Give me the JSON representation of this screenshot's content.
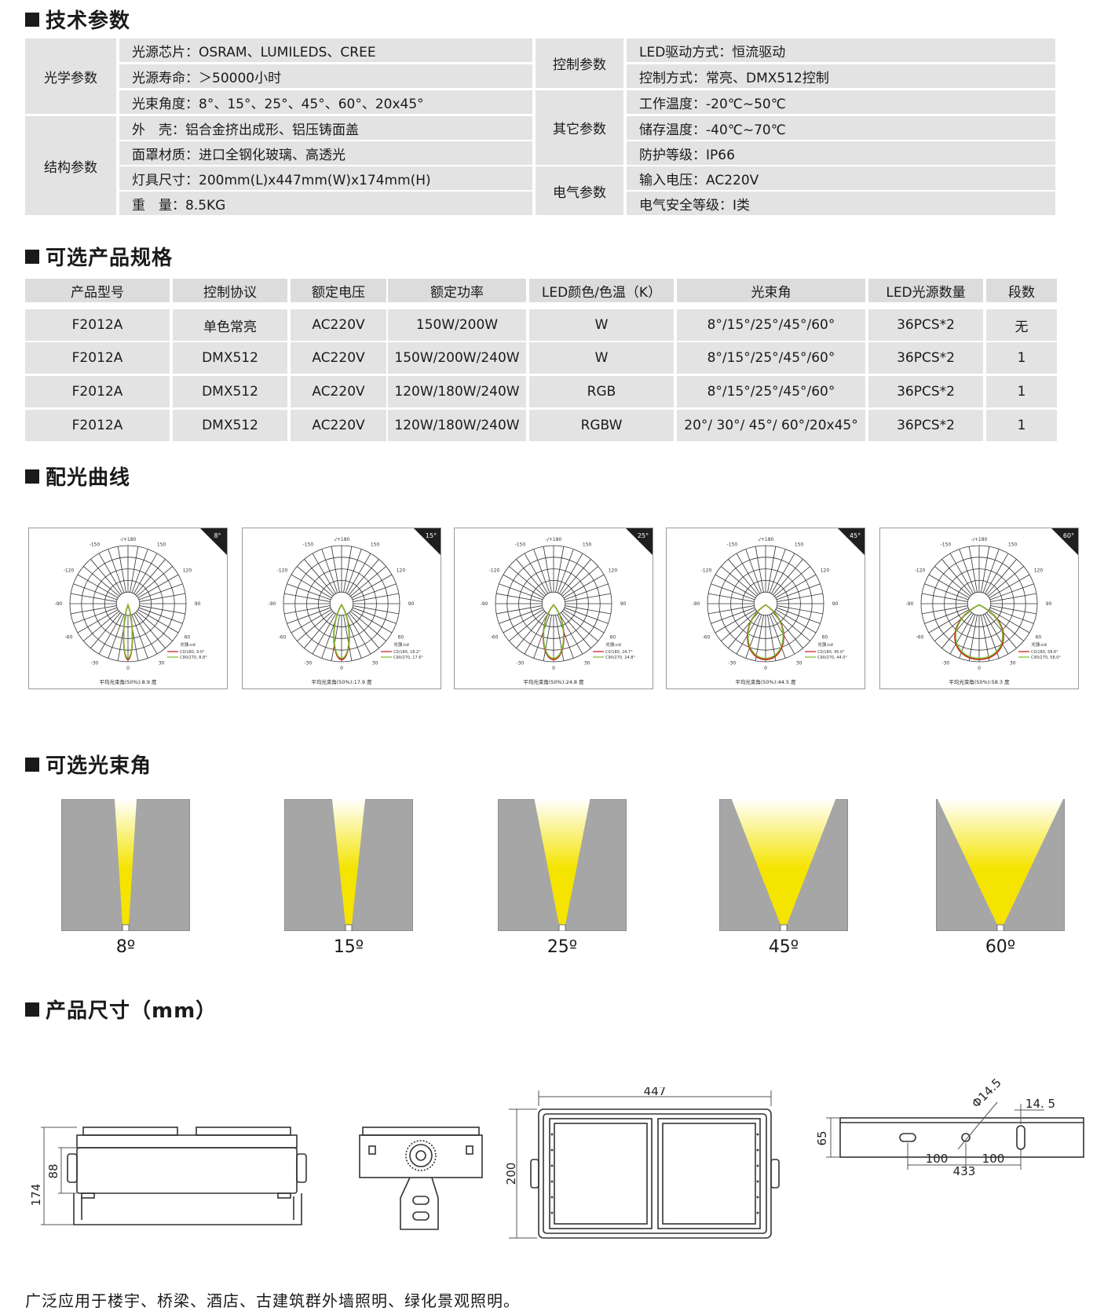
{
  "sections": {
    "tech": "技术参数",
    "specs": "可选产品规格",
    "curve": "配光曲线",
    "beams": "可选光束角",
    "dims": "产品尺寸（mm）"
  },
  "tech": {
    "optical": {
      "group": "光学参数",
      "rows": [
        "光源芯片：OSRAM、LUMILEDS、CREE",
        "光源寿命：＞50000小时",
        "光束角度：8°、15°、25°、45°、60°、20x45°"
      ]
    },
    "structure": {
      "group": "结构参数",
      "rows": [
        "外　壳：铝合金挤出成形、铝压铸面盖",
        "面罩材质：进口全钢化玻璃、高透光",
        "灯具尺寸：200mm(L)x447mm(W)x174mm(H)",
        "重　量：8.5KG"
      ]
    },
    "control": {
      "group": "控制参数",
      "rows": [
        "LED驱动方式：恒流驱动",
        "控制方式：常亮、DMX512控制"
      ]
    },
    "other": {
      "group": "其它参数",
      "rows": [
        "工作温度：-20℃~50℃",
        "储存温度：-40℃~70℃",
        "防护等级：IP66"
      ]
    },
    "electrical": {
      "group": "电气参数",
      "rows": [
        "输入电压：AC220V",
        "电气安全等级：I类"
      ]
    }
  },
  "spec_table": {
    "headers": [
      "产品型号",
      "控制协议",
      "额定电压",
      "额定功率",
      "LED颜色/色温（K）",
      "光束角",
      "LED光源数量",
      "段数"
    ],
    "rows": [
      [
        "F2012A",
        "单色常亮",
        "AC220V",
        "150W/200W",
        "W",
        "8°/15°/25°/45°/60°",
        "36PCS*2",
        "无"
      ],
      [
        "F2012A",
        "DMX512",
        "AC220V",
        "150W/200W/240W",
        "W",
        "8°/15°/25°/45°/60°",
        "36PCS*2",
        "1"
      ],
      [
        "F2012A",
        "DMX512",
        "AC220V",
        "120W/180W/240W",
        "RGB",
        "8°/15°/25°/45°/60°",
        "36PCS*2",
        "1"
      ],
      [
        "F2012A",
        "DMX512",
        "AC220V",
        "120W/180W/240W",
        "RGBW",
        "20°/ 30°/ 45°/ 60°/20x45°",
        "36PCS*2",
        "1"
      ]
    ]
  },
  "polar_charts": {
    "angle_labels": [
      "-/+180",
      "-150",
      "150",
      "-120",
      "120",
      "-90",
      "90",
      "-60",
      "60",
      "-30",
      "30",
      "0"
    ],
    "legend_title": "光强:cd",
    "items": [
      {
        "corner": "8°",
        "c0": "C0/180, 9.0°",
        "c90": "C90/270, 8.8°",
        "avg": "平均光束角(50%):8.9 度",
        "beam_deg": 8.9
      },
      {
        "corner": "15°",
        "c0": "C0/180, 18.2°",
        "c90": "C90/270, 17.6°",
        "avg": "平均光束角(50%):17.9 度",
        "beam_deg": 17.9
      },
      {
        "corner": "25°",
        "c0": "C0/180, 24.7°",
        "c90": "C90/270, 24.8°",
        "avg": "平均光束角(50%):24.8 度",
        "beam_deg": 24.8
      },
      {
        "corner": "45°",
        "c0": "C0/180, 45.0°",
        "c90": "C90/270, 44.0°",
        "avg": "平均光束角(50%):44.5 度",
        "beam_deg": 44.5
      },
      {
        "corner": "60°",
        "c0": "C0/180, 58.6°",
        "c90": "C90/270, 58.0°",
        "avg": "平均光束角(50%):58.3 度",
        "beam_deg": 58.3
      }
    ]
  },
  "beam_angles": [
    {
      "label": "8º",
      "deg": 8
    },
    {
      "label": "15º",
      "deg": 15
    },
    {
      "label": "25º",
      "deg": 25
    },
    {
      "label": "45º",
      "deg": 45
    },
    {
      "label": "60º",
      "deg": 60
    }
  ],
  "dimensions": {
    "side_height_total": "174",
    "side_height_body": "88",
    "front_width": "447",
    "front_height": "200",
    "top_height": "65",
    "top_hole": "Φ14.5",
    "top_offset": "14. 5",
    "top_spacing_left": "100",
    "top_spacing_right": "100",
    "top_length": "433"
  },
  "footer": "广泛应用于楼宇、桥梁、酒店、古建筑群外墙照明、绿化景观照明。",
  "colors": {
    "cell_bg": "#e3e3e3",
    "beam_bg": "#a6a6a6",
    "beam_light": "#f5e400",
    "curve_red": "#d01010",
    "curve_green": "#7ab82e"
  }
}
